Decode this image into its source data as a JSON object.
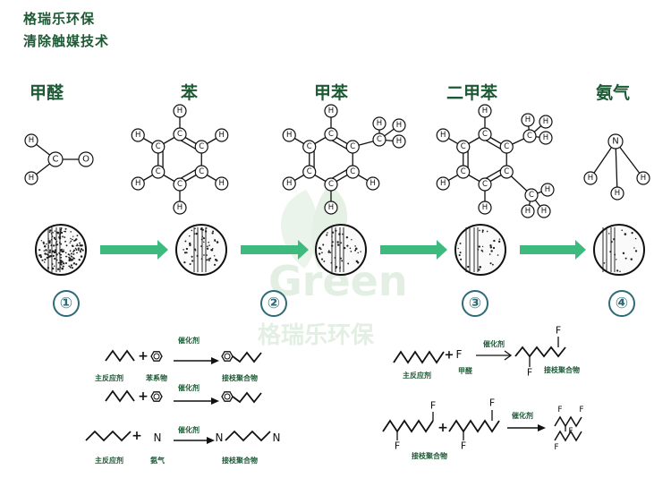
{
  "brand": {
    "line1": "格瑞乐环保",
    "line2": "清除触媒技术"
  },
  "watermark": {
    "en": "Green",
    "cn": "格瑞乐环保"
  },
  "categories": [
    "甲醛",
    "苯",
    "甲苯",
    "二甲苯",
    "氨气"
  ],
  "stages": [
    "①",
    "②",
    "③",
    "④"
  ],
  "molecule_atoms": {
    "carbon": "C",
    "hydrogen": "H",
    "oxygen": "O",
    "nitrogen": "N"
  },
  "reactions": {
    "left_labels": {
      "main_reactant": "主反应剂",
      "benzene_series": "苯系物",
      "ammonia": "氨气",
      "graft_polymer": "接枝聚合物"
    },
    "right_labels": {
      "main_reactant": "主反应剂",
      "formaldehyde": "甲醛",
      "graft_polymer": "接枝聚合物"
    },
    "catalyst": "催化剂",
    "symbols": {
      "plus": "+",
      "fluorine": "F",
      "nitrogen": "N"
    }
  },
  "colors": {
    "arrow": "#3dba7e",
    "brand": "#1c5a34",
    "number": "#2f6b76"
  }
}
